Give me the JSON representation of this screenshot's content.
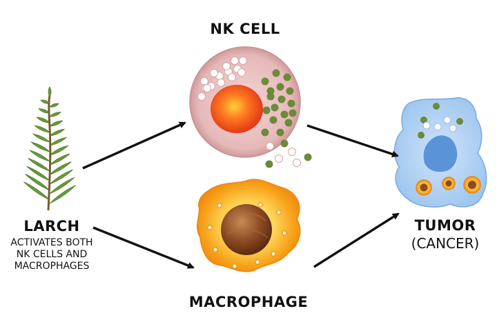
{
  "larch": {
    "title": "LARCH",
    "desc_lines": [
      "ACTIVATES BOTH",
      "NK CELLS AND",
      "MACROPHAGES"
    ]
  },
  "nk_cell": {
    "title": "NK CELL"
  },
  "macrophage": {
    "title": "MACROPHAGE"
  },
  "tumor": {
    "title": "TUMOR",
    "subtitle": "(CANCER)"
  },
  "colors": {
    "arrow": "#111111",
    "nk_membrane": "#e8b8b8",
    "nk_nucleus": "#f04a1c",
    "granule_green": "#6b8a3a",
    "tumor_body": "#a9cdf2",
    "tumor_nucleus": "#5b93d9",
    "macrophage_body": "#f6a21a",
    "macrophage_nucleus": "#8a4a22",
    "leaf_green": "#6a9a3a"
  }
}
